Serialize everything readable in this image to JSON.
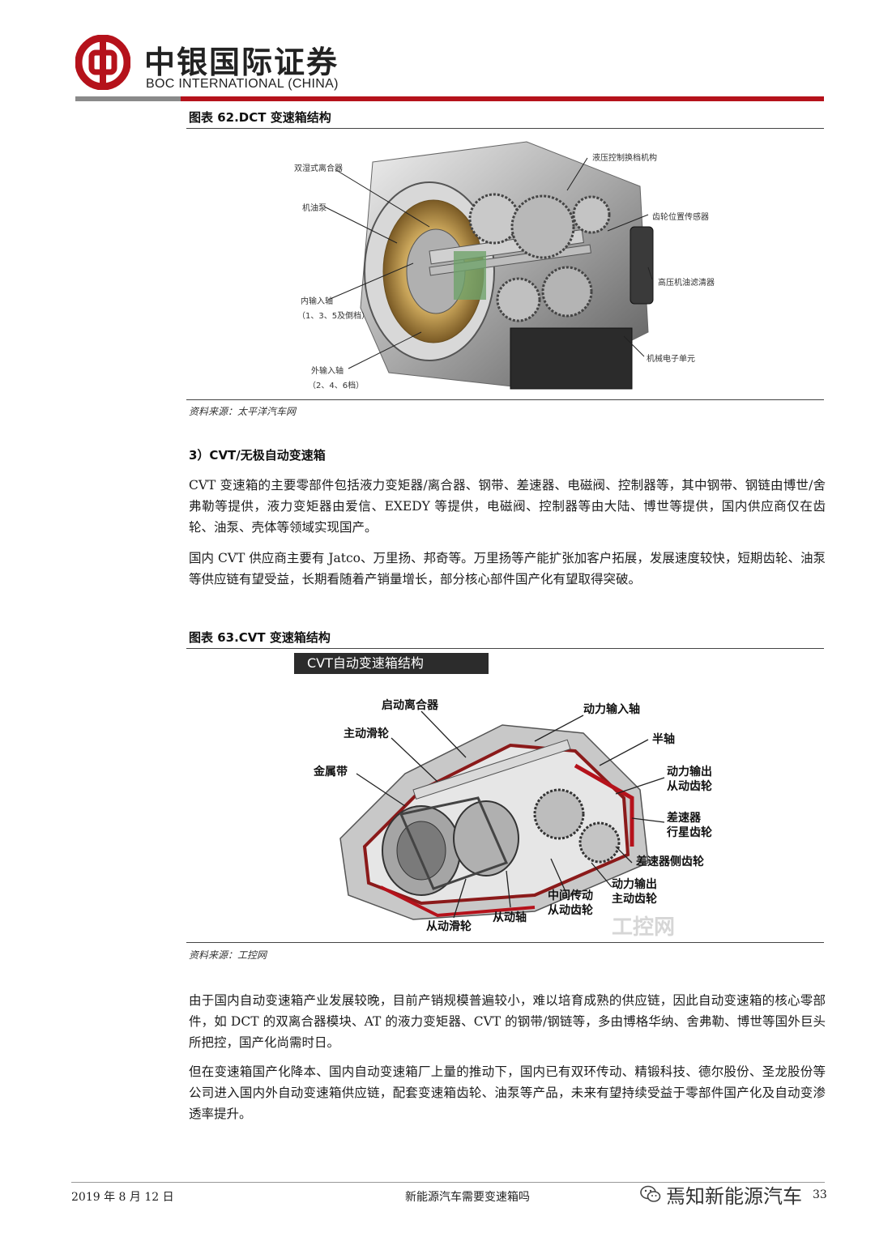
{
  "header": {
    "brand_cn": "中银国际证券",
    "brand_en": "BOC INTERNATIONAL (CHINA)",
    "brand_color": "#b5121b"
  },
  "figure62": {
    "title": "图表 62.DCT 变速箱结构",
    "labels": {
      "dual_wet_clutch": "双湿式离合器",
      "oil_pump": "机油泵",
      "inner_shaft": "内输入轴",
      "inner_shaft_gears": "（1、3、5及倒档）",
      "outer_shaft": "外输入轴",
      "outer_shaft_gears": "（2、4、6档）",
      "hydraulic_shift": "液压控制换档机构",
      "gear_sensor": "齿轮位置传感器",
      "oil_filter": "高压机油滤清器",
      "mech_unit": "机械电子单元"
    },
    "source": "资料来源：太平洋汽车网"
  },
  "section3": {
    "heading": "3）CVT/无极自动变速箱",
    "p1": "CVT 变速箱的主要零部件包括液力变矩器/离合器、钢带、差速器、电磁阀、控制器等，其中钢带、钢链由博世/舍弗勒等提供，液力变矩器由爱信、EXEDY 等提供，电磁阀、控制器等由大陆、博世等提供，国内供应商仅在齿轮、油泵、壳体等领域实现国产。",
    "p2": "国内 CVT 供应商主要有 Jatco、万里扬、邦奇等。万里扬等产能扩张加客户拓展，发展速度较快，短期齿轮、油泵等供应链有望受益，长期看随着产销量增长，部分核心部件国产化有望取得突破。"
  },
  "figure63": {
    "title": "图表 63.CVT 变速箱结构",
    "banner": "CVT自动变速箱结构",
    "labels": {
      "start_clutch": "启动离合器",
      "drive_pulley": "主动滑轮",
      "metal_belt": "金属带",
      "power_input": "动力输入轴",
      "half_shaft": "半轴",
      "output_driven_1": "动力输出",
      "output_driven_2": "从动齿轮",
      "diff_planet_1": "差速器",
      "diff_planet_2": "行星齿轮",
      "diff_side": "差速器侧齿轮",
      "output_drive_1": "动力输出",
      "output_drive_2": "主动齿轮",
      "mid_driven_1": "中间传动",
      "mid_driven_2": "从动齿轮",
      "driven_shaft": "从动轴",
      "driven_pulley": "从动滑轮",
      "watermark": "工控网"
    },
    "source": "资料来源：工控网"
  },
  "body": {
    "p3": "由于国内自动变速箱产业发展较晚，目前产销规模普遍较小，难以培育成熟的供应链，因此自动变速箱的核心零部件，如 DCT 的双离合器模块、AT 的液力变矩器、CVT 的钢带/钢链等，多由博格华纳、舍弗勒、博世等国外巨头所把控，国产化尚需时日。",
    "p4": "但在变速箱国产化降本、国内自动变速箱厂上量的推动下，国内已有双环传动、精锻科技、德尔股份、圣龙股份等公司进入国内外自动变速箱供应链，配套变速箱齿轮、油泵等产品，未来有望持续受益于零部件国产化及自动变渗透率提升。"
  },
  "footer": {
    "date": "2019 年 8 月 12 日",
    "center": "新能源汽车需要变速箱吗",
    "page": "33",
    "watermark": "焉知新能源汽车"
  }
}
